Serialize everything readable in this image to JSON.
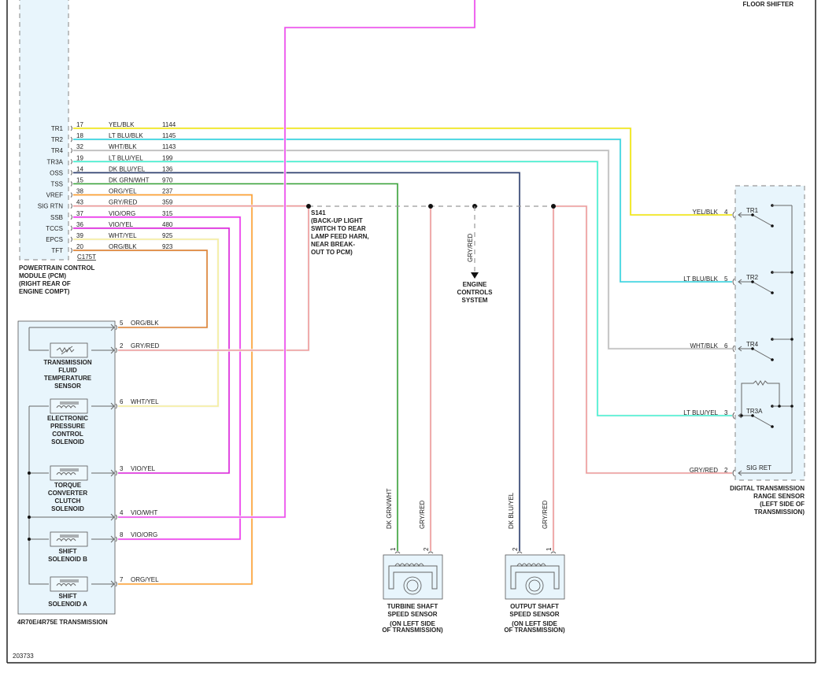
{
  "diagram": {
    "top_label": "FLOOR SHIFTER",
    "figure_id": "203733",
    "pcm": {
      "name_lines": [
        "POWERTRAIN CONTROL",
        "MODULE (PCM)",
        "(RIGHT REAR OF",
        "ENGINE COMPT)"
      ],
      "connector": "C175T",
      "pins": [
        {
          "label": "TR1",
          "pin": "17",
          "color": "YEL/BLK",
          "circuit": "1144",
          "hex": "#f2e600"
        },
        {
          "label": "TR2",
          "pin": "18",
          "color": "LT BLU/BLK",
          "circuit": "1145",
          "hex": "#2fd3e0"
        },
        {
          "label": "TR4",
          "pin": "32",
          "color": "WHT/BLK",
          "circuit": "1143",
          "hex": "#bdbdbd"
        },
        {
          "label": "TR3A",
          "pin": "19",
          "color": "LT BLU/YEL",
          "circuit": "199",
          "hex": "#40f0d0"
        },
        {
          "label": "OSS",
          "pin": "14",
          "color": "DK BLU/YEL",
          "circuit": "136",
          "hex": "#2c3e6e"
        },
        {
          "label": "TSS",
          "pin": "15",
          "color": "DK GRN/WHT",
          "circuit": "970",
          "hex": "#3aa43a"
        },
        {
          "label": "VREF",
          "pin": "38",
          "color": "ORG/YEL",
          "circuit": "237",
          "hex": "#ffa030"
        },
        {
          "label": "SIG RTN",
          "pin": "43",
          "color": "GRY/RED",
          "circuit": "359",
          "hex": "#ee9a9a"
        },
        {
          "label": "SSB",
          "pin": "37",
          "color": "VIO/ORG",
          "circuit": "315",
          "hex": "#ee33ee"
        },
        {
          "label": "TCCS",
          "pin": "36",
          "color": "VIO/YEL",
          "circuit": "480",
          "hex": "#dd22dd"
        },
        {
          "label": "EPCS",
          "pin": "39",
          "color": "WHT/YEL",
          "circuit": "925",
          "hex": "#f5ee9a"
        },
        {
          "label": "TFT",
          "pin": "20",
          "color": "ORG/BLK",
          "circuit": "923",
          "hex": "#dd8030"
        }
      ]
    },
    "splice": {
      "id": "S141",
      "desc_lines": [
        "(BACK-UP LIGHT",
        "SWITCH TO REAR",
        "LAMP FEED HARN,",
        "NEAR BREAK-",
        "OUT TO PCM)"
      ],
      "branch_color": "GRY/RED",
      "branch_dest_lines": [
        "ENGINE",
        "CONTROLS",
        "SYSTEM"
      ]
    },
    "transmission": {
      "name": "4R70E/4R75E TRANSMISSION",
      "pins": [
        {
          "pin": "5",
          "color": "ORG/BLK"
        },
        {
          "pin": "2",
          "color": "GRY/RED"
        },
        {
          "pin": "6",
          "color": "WHT/YEL"
        },
        {
          "pin": "3",
          "color": "VIO/YEL"
        },
        {
          "pin": "4",
          "color": "VIO/WHT"
        },
        {
          "pin": "8",
          "color": "VIO/ORG"
        },
        {
          "pin": "7",
          "color": "ORG/YEL"
        }
      ],
      "components": [
        {
          "lines": [
            "TRANSMISSION",
            "FLUID",
            "TEMPERATURE",
            "SENSOR"
          ]
        },
        {
          "lines": [
            "ELECTRONIC",
            "PRESSURE",
            "CONTROL",
            "SOLENOID"
          ]
        },
        {
          "lines": [
            "TORQUE",
            "CONVERTER",
            "CLUTCH",
            "SOLENOID"
          ]
        },
        {
          "lines": [
            "SHIFT",
            "SOLENOID B"
          ]
        },
        {
          "lines": [
            "SHIFT",
            "SOLENOID A"
          ]
        }
      ]
    },
    "tss_sensor": {
      "name_lines": [
        "TURBINE SHAFT",
        "SPEED SENSOR"
      ],
      "location_lines": [
        "(ON LEFT SIDE",
        "OF TRANSMISSION)"
      ],
      "pins": [
        {
          "pin": "1",
          "color": "DK GRN/WHT"
        },
        {
          "pin": "2",
          "color": "GRY/RED"
        }
      ]
    },
    "oss_sensor": {
      "name_lines": [
        "OUTPUT SHAFT",
        "SPEED SENSOR"
      ],
      "location_lines": [
        "(ON LEFT SIDE",
        "OF TRANSMISSION)"
      ],
      "pins": [
        {
          "pin": "2",
          "color": "DK BLU/YEL"
        },
        {
          "pin": "1",
          "color": "GRY/RED"
        }
      ]
    },
    "dtr_sensor": {
      "name_lines": [
        "DIGITAL TRANSMISSION",
        "RANGE SENSOR",
        "(LEFT SIDE OF",
        "TRANSMISSION)"
      ],
      "pins": [
        {
          "pin": "4",
          "color": "YEL/BLK",
          "switch": "TR1"
        },
        {
          "pin": "5",
          "color": "LT BLU/BLK",
          "switch": "TR2"
        },
        {
          "pin": "6",
          "color": "WHT/BLK",
          "switch": "TR4"
        },
        {
          "pin": "3",
          "color": "LT BLU/YEL",
          "switch": "TR3A"
        },
        {
          "pin": "2",
          "color": "GRY/RED",
          "switch": "SIG RET"
        }
      ]
    }
  }
}
